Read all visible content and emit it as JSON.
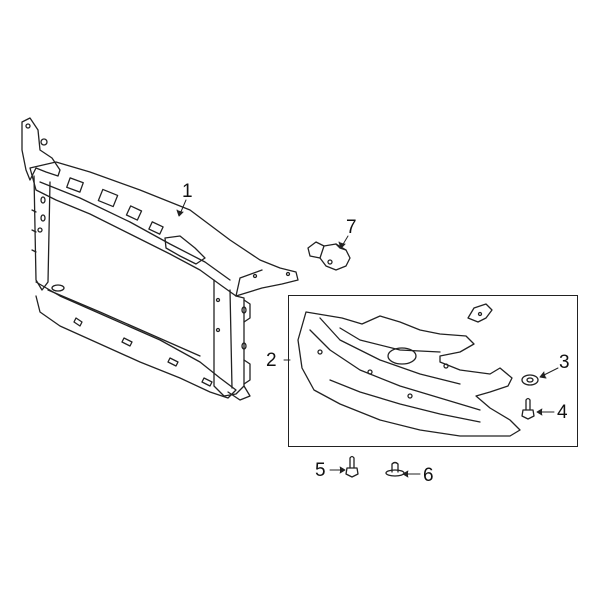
{
  "diagram": {
    "type": "exploded parts diagram",
    "subject": "Radiator support and engine splash shield"
  },
  "callouts": [
    {
      "number": "1",
      "part": "radiator-support"
    },
    {
      "number": "2",
      "part": "splash-shield-assembly"
    },
    {
      "number": "3",
      "part": "washer"
    },
    {
      "number": "4",
      "part": "bolt"
    },
    {
      "number": "5",
      "part": "bolt"
    },
    {
      "number": "6",
      "part": "clip"
    },
    {
      "number": "7",
      "part": "hood-latch-bracket"
    }
  ],
  "colors": {
    "line": "#222222",
    "fill": "#ffffff"
  }
}
